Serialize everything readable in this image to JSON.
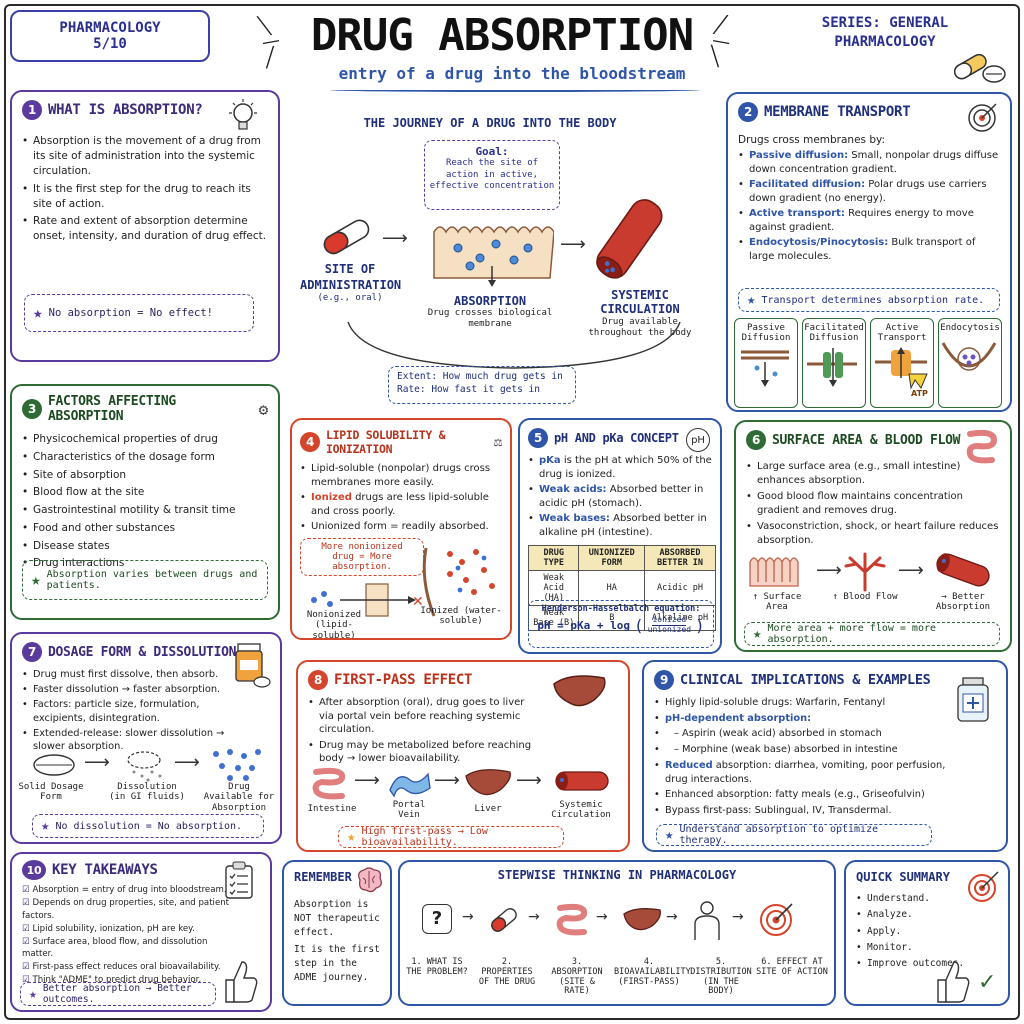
{
  "header": {
    "badge_left": [
      "PHARMACOLOGY",
      "5/10"
    ],
    "title": "DRUG ABSORPTION",
    "subtitle": "entry of a drug into the bloodstream",
    "badge_right": [
      "SERIES: GENERAL",
      "PHARMACOLOGY"
    ]
  },
  "journey": {
    "title": "THE JOURNEY OF A DRUG INTO THE BODY",
    "goal_title": "Goal:",
    "goal_text": "Reach the site of action in active, effective concentration",
    "site_title": "SITE OF ADMINISTRATION",
    "site_sub": "(e.g., oral)",
    "absorption_title": "ABSORPTION",
    "absorption_sub": "Drug crosses biological membrane",
    "systemic_title": "SYSTEMIC CIRCULATION",
    "systemic_sub": "Drug available throughout the body",
    "extent": "Extent: How much drug gets in",
    "rate": "Rate: How fast it gets in"
  },
  "s1": {
    "num": "1",
    "title": "WHAT IS ABSORPTION?",
    "bullets": [
      "Absorption is the movement of a drug from its site of administration into the systemic circulation.",
      "It is the first step for the drug to reach its site of action.",
      "Rate and extent of absorption determine onset, intensity, and duration of drug effect."
    ],
    "note": "No absorption = No effect!"
  },
  "s2": {
    "num": "2",
    "title": "MEMBRANE TRANSPORT",
    "intro": "Drugs cross membranes by:",
    "items": [
      {
        "k": "Passive diffusion:",
        "v": "Small, nonpolar drugs diffuse down concentration gradient."
      },
      {
        "k": "Facilitated diffusion:",
        "v": "Polar drugs use carriers down gradient (no energy)."
      },
      {
        "k": "Active transport:",
        "v": "Requires energy to move against gradient."
      },
      {
        "k": "Endocytosis/Pinocytosis:",
        "v": "Bulk transport of large molecules."
      }
    ],
    "note": "Transport determines absorption rate.",
    "panels": [
      "Passive Diffusion",
      "Facilitated Diffusion",
      "Active Transport",
      "Endocytosis"
    ],
    "atp": "ATP"
  },
  "s3": {
    "num": "3",
    "title": "FACTORS AFFECTING ABSORPTION",
    "bullets": [
      "Physicochemical properties of drug",
      "Characteristics of the dosage form",
      "Site of absorption",
      "Blood flow at the site",
      "Gastrointestinal motility & transit time",
      "Food and other substances",
      "Disease states",
      "Drug interactions"
    ],
    "note": "Absorption varies between drugs and patients."
  },
  "s4": {
    "num": "4",
    "title": "LIPID SOLUBILITY & IONIZATION",
    "bullets": [
      {
        "k": "",
        "v": "Lipid-soluble (nonpolar) drugs cross membranes more easily."
      },
      {
        "k": "Ionized",
        "v": " drugs are less lipid-soluble and cross poorly."
      },
      {
        "k": "",
        "v": "Unionized form = readily absorbed."
      }
    ],
    "note": "More nonionized drug = More absorption.",
    "nonionized": "Nonionized (lipid-soluble)",
    "ionized": "Ionized (water-soluble)"
  },
  "s5": {
    "num": "5",
    "title": "pH AND pKa CONCEPT",
    "bullets": [
      {
        "k": "pKa",
        "v": " is the pH at which 50% of the drug is ionized."
      },
      {
        "k": "Weak acids:",
        "v": " Absorbed better in acidic pH (stomach)."
      },
      {
        "k": "Weak bases:",
        "v": " Absorbed better in alkaline pH (intestine)."
      }
    ],
    "table": {
      "headers": [
        "DRUG TYPE",
        "UNIONIZED FORM",
        "ABSORBED BETTER IN"
      ],
      "rows": [
        [
          "Weak Acid (HA)",
          "HA",
          "Acidic pH"
        ],
        [
          "Weak Base (B)",
          "B",
          "Alkaline pH"
        ]
      ]
    },
    "eq_title": "Henderson-Hasselbalch equation:",
    "eq_lhs": "pH = pKa + log",
    "eq_num": "ionized",
    "eq_den": "unionized"
  },
  "s6": {
    "num": "6",
    "title": "SURFACE AREA & BLOOD FLOW",
    "bullets": [
      "Large surface area (e.g., small intestine) enhances absorption.",
      "Good blood flow maintains concentration gradient and removes drug.",
      "Vasoconstriction, shock, or heart failure reduces absorption."
    ],
    "captions": [
      "↑ Surface Area",
      "↑ Blood Flow",
      "→ Better Absorption"
    ],
    "note": "More area + more flow = more absorption."
  },
  "s7": {
    "num": "7",
    "title": "DOSAGE FORM & DISSOLUTION",
    "bullets": [
      "Drug must first dissolve, then absorb.",
      "Faster dissolution → faster absorption.",
      "Factors: particle size, formulation, excipients, disintegration.",
      "Extended-release: slower dissolution → slower absorption."
    ],
    "captions": [
      "Solid Dosage Form",
      "Dissolution (in GI fluids)",
      "Drug Available for Absorption"
    ],
    "note": "No dissolution = No absorption."
  },
  "s8": {
    "num": "8",
    "title": "FIRST-PASS EFFECT",
    "bullets": [
      "After absorption (oral), drug goes to liver via portal vein before reaching systemic circulation.",
      "Drug may be metabolized before reaching body → lower bioavailability."
    ],
    "captions": [
      "Intestine",
      "Portal Vein",
      "Liver",
      "Systemic Circulation"
    ],
    "note": "High first-pass → Low bioavailability."
  },
  "s9": {
    "num": "9",
    "title": "CLINICAL IMPLICATIONS & EXAMPLES",
    "lines": [
      {
        "b": true,
        "k": "",
        "v": "Highly lipid-soluble drugs: Warfarin, Fentanyl",
        "sub": false
      },
      {
        "b": true,
        "k": "pH-dependent absorption:",
        "v": "",
        "sub": false
      },
      {
        "b": false,
        "k": "",
        "v": "– Aspirin (weak acid) absorbed in stomach",
        "sub": true
      },
      {
        "b": false,
        "k": "",
        "v": "– Morphine (weak base) absorbed in intestine",
        "sub": true
      },
      {
        "b": true,
        "k": "Reduced",
        "v": " absorption: diarrhea, vomiting, poor perfusion, drug interactions.",
        "sub": false
      },
      {
        "b": true,
        "k": "",
        "v": "Enhanced absorption: fatty meals (e.g., Griseofulvin)",
        "sub": false
      },
      {
        "b": true,
        "k": "",
        "v": "Bypass first-pass: Sublingual, IV, Transdermal.",
        "sub": false
      }
    ],
    "note": "Understand absorption to optimize therapy."
  },
  "s10": {
    "num": "10",
    "title": "KEY TAKEAWAYS",
    "items": [
      "Absorption = entry of drug into bloodstream.",
      "Depends on drug properties, site, and patient factors.",
      "Lipid solubility, ionization, pH are key.",
      "Surface area, blood flow, and dissolution matter.",
      "First-pass effect reduces oral bioavailability.",
      "Think \"ADME\" to predict drug behavior."
    ],
    "note": "Better absorption → Better outcomes."
  },
  "remember": {
    "title": "REMEMBER",
    "text1": "Absorption is NOT therapeutic effect.",
    "text2": "It is the first step in the ADME journey."
  },
  "stepwise": {
    "title": "STEPWISE THINKING IN PHARMACOLOGY",
    "steps": [
      "1. WHAT IS THE PROBLEM?",
      "2. PROPERTIES OF THE DRUG",
      "3. ABSORPTION (SITE & RATE)",
      "4. BIOAVAILABILITY (FIRST-PASS)",
      "5. DISTRIBUTION (IN THE BODY)",
      "6. EFFECT AT SITE OF ACTION"
    ]
  },
  "summary": {
    "title": "QUICK SUMMARY",
    "items": [
      "Understand.",
      "Analyze.",
      "Apply.",
      "Monitor.",
      "Improve outcomes."
    ]
  },
  "colors": {
    "purple": "#5b3a9e",
    "blue": "#2f55a8",
    "green": "#2f6b34",
    "red": "#d5452b",
    "navy": "#1f2f7a"
  }
}
